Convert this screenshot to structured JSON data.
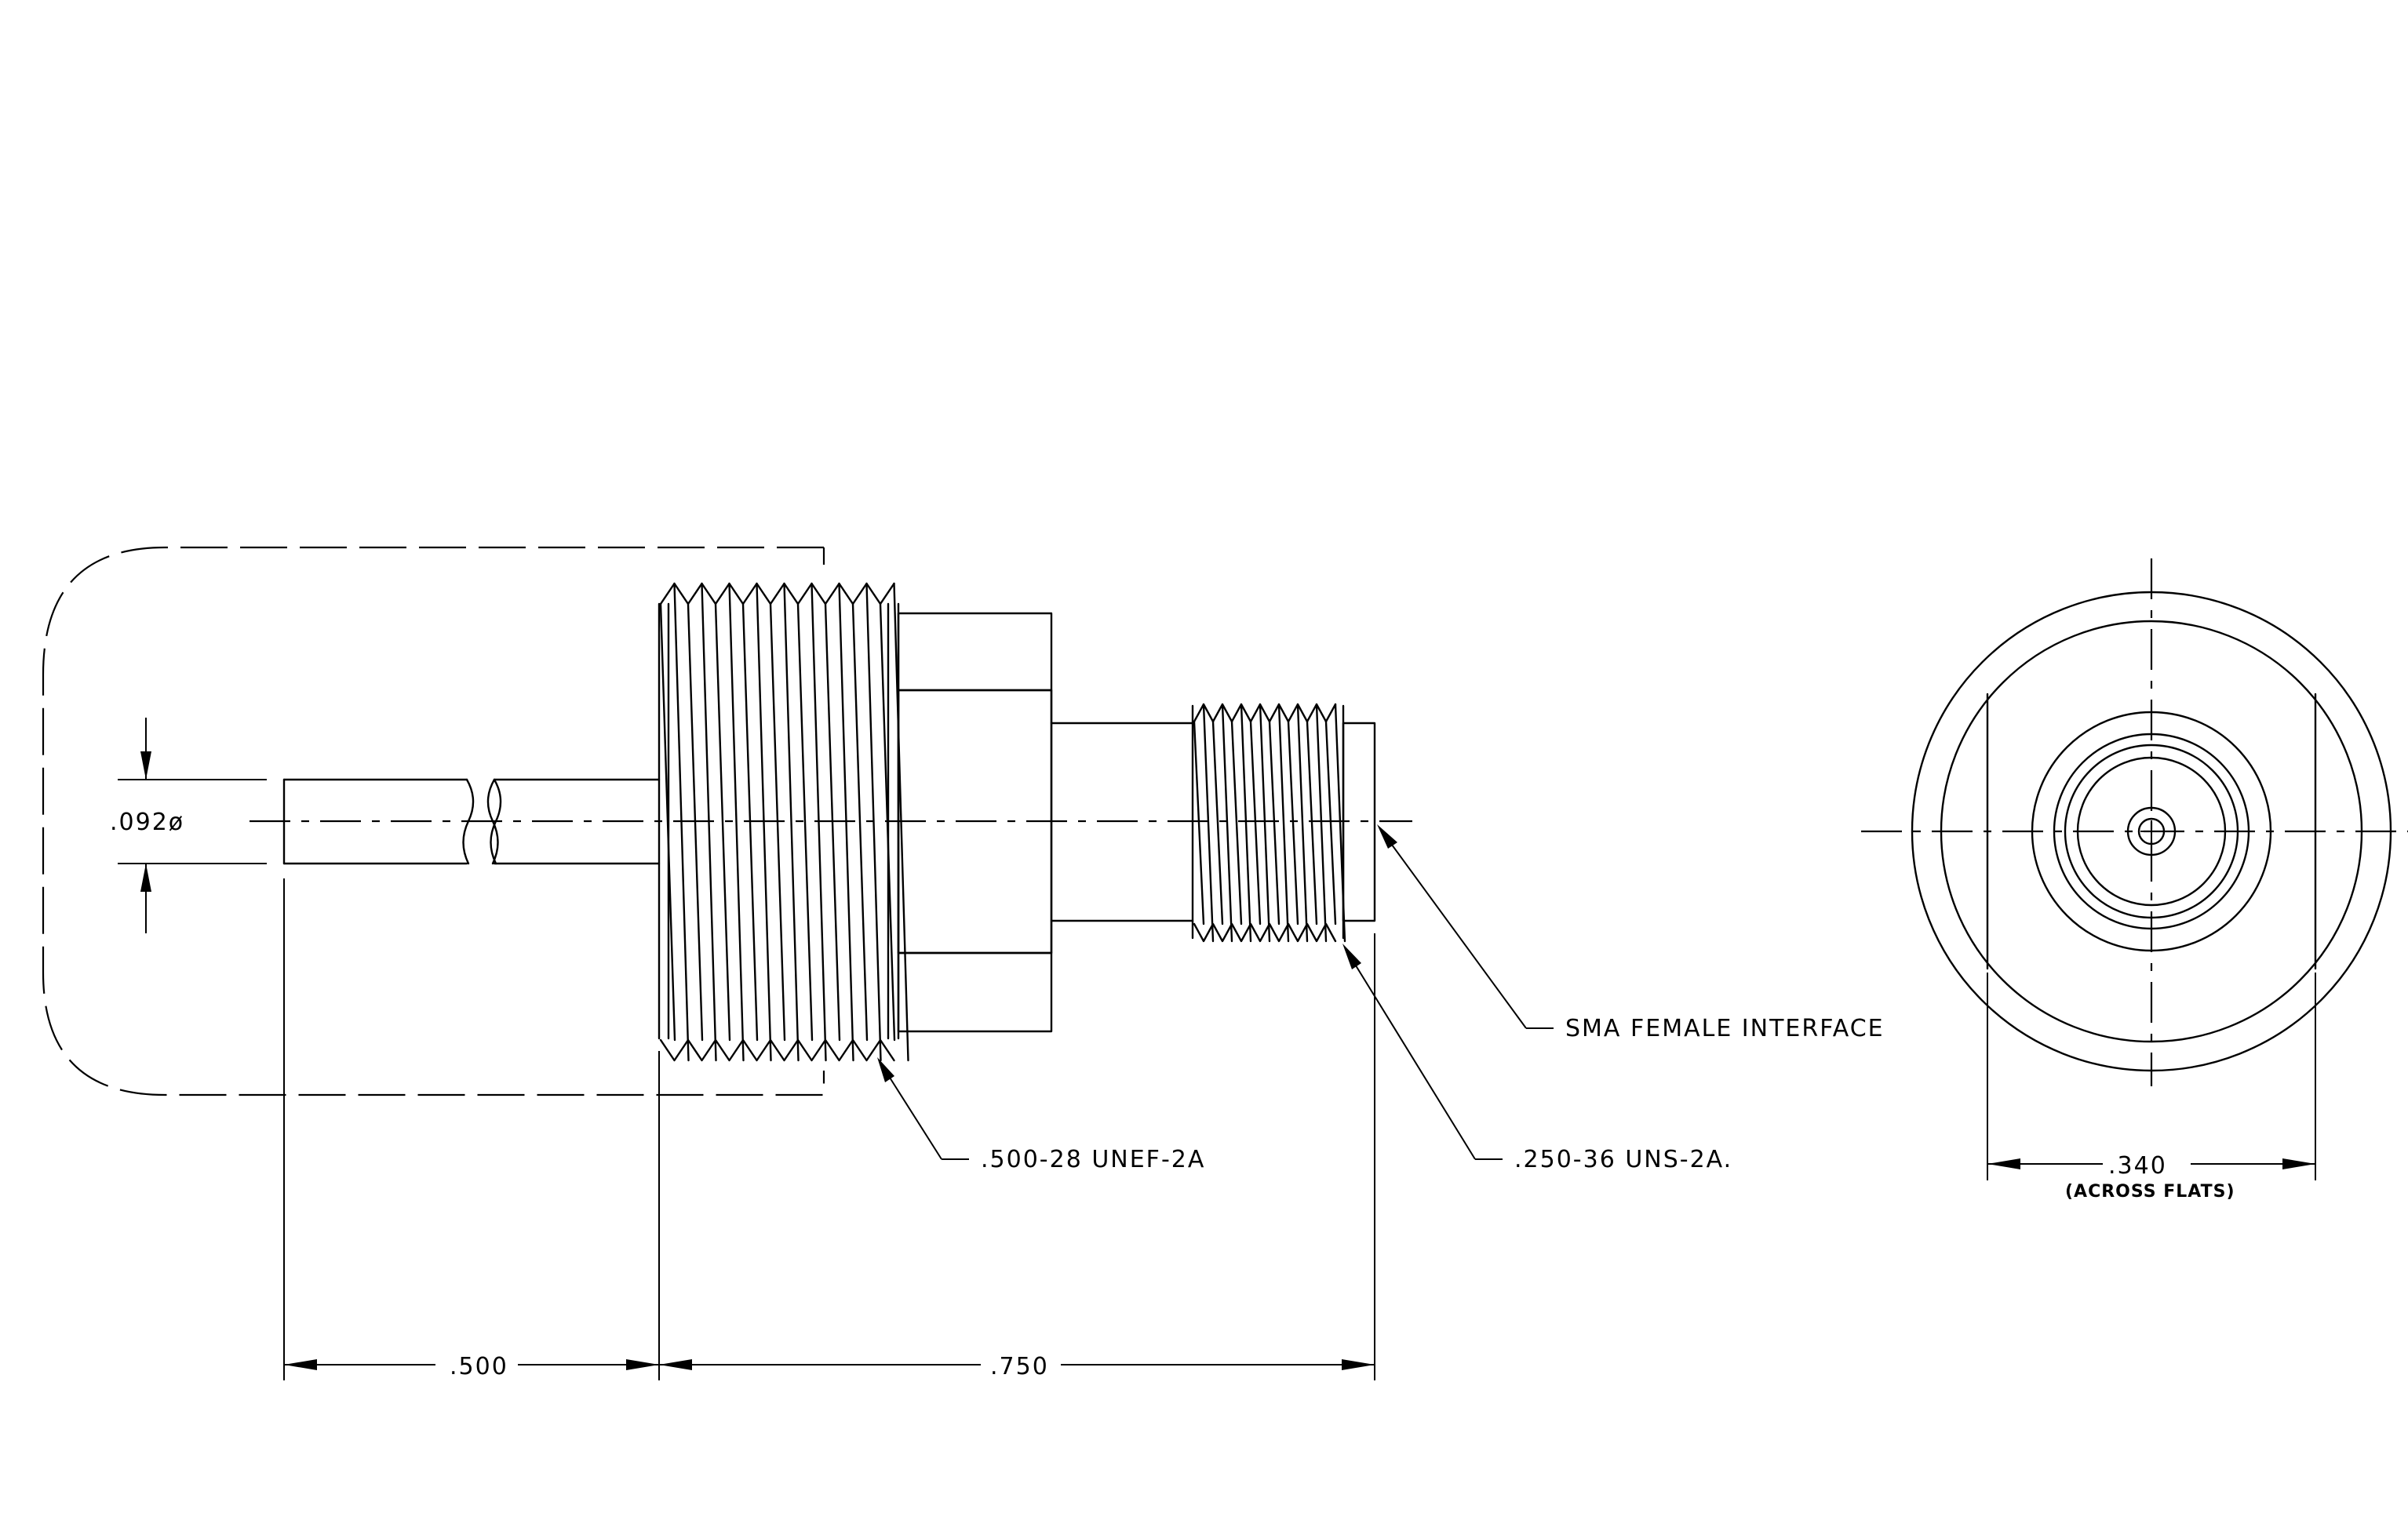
{
  "drawing": {
    "dimensions": {
      "shank_diameter": ".092ø",
      "shank_length": ".500",
      "body_length": ".750",
      "across_flats": ".340",
      "across_flats_note": "(ACROSS FLATS)"
    },
    "callouts": {
      "main_thread": ".500-28 UNEF-2A",
      "interface_thread": ".250-36 UNS-2A.",
      "interface": "SMA FEMALE INTERFACE"
    }
  }
}
